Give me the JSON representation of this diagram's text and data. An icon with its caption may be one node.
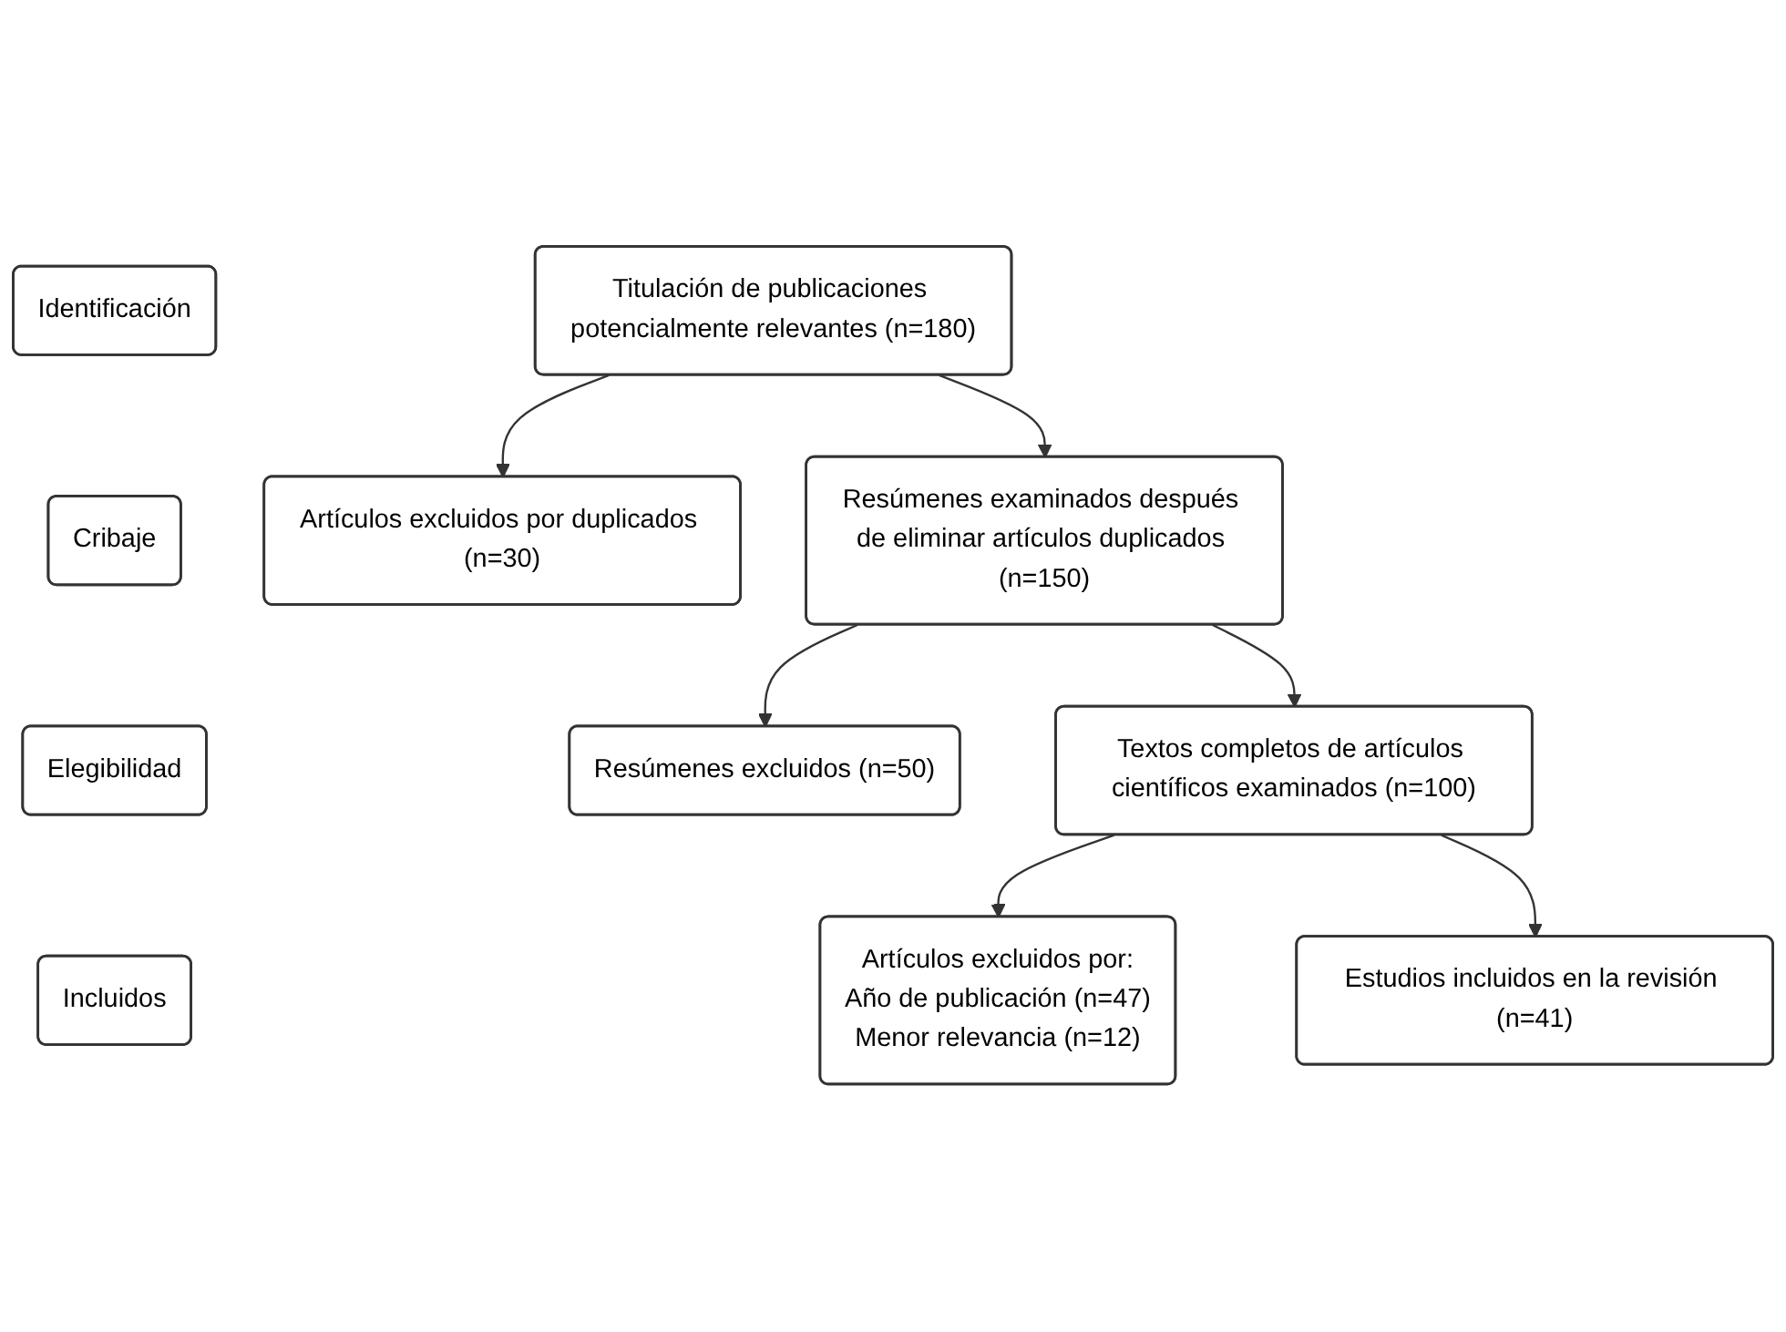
{
  "diagram": {
    "nodes": [
      {
        "text": [
          "Identificación"
        ]
      },
      {
        "text": [
          "Titulación de publicaciones potencialmente relevantes (n=180)"
        ]
      },
      {
        "text": [
          "Artículos excluidos por duplicados (n=30)"
        ]
      },
      {
        "text": [
          "Cribaje"
        ]
      },
      {
        "text": [
          "Resúmenes examinados después de eliminar artículos duplicados (n=150)"
        ]
      },
      {
        "text": [
          "Resúmenes excluidos (n=50)"
        ]
      },
      {
        "text": [
          "Elegibilidad"
        ]
      },
      {
        "text": [
          "Textos completos de artículos científicos examinados (n=100)"
        ]
      },
      {
        "text": [
          "Artículos excluidos por:",
          "Año de publicación (n=47)",
          "Menor relevancia (n=12)"
        ]
      },
      {
        "text": [
          "Incluidos"
        ]
      },
      {
        "text": [
          "Estudios incluidos en la revisión (n=41)"
        ]
      }
    ],
    "edges": [
      {
        "from": 1,
        "to": 2,
        "arrow": "to"
      },
      {
        "from": 1,
        "to": 4,
        "arrow": "to"
      },
      {
        "from": 4,
        "to": 5,
        "arrow": "to"
      },
      {
        "from": 4,
        "to": 7,
        "arrow": "to"
      },
      {
        "from": 7,
        "to": 8,
        "arrow": "to"
      },
      {
        "from": 7,
        "to": 10,
        "arrow": "to"
      }
    ]
  }
}
